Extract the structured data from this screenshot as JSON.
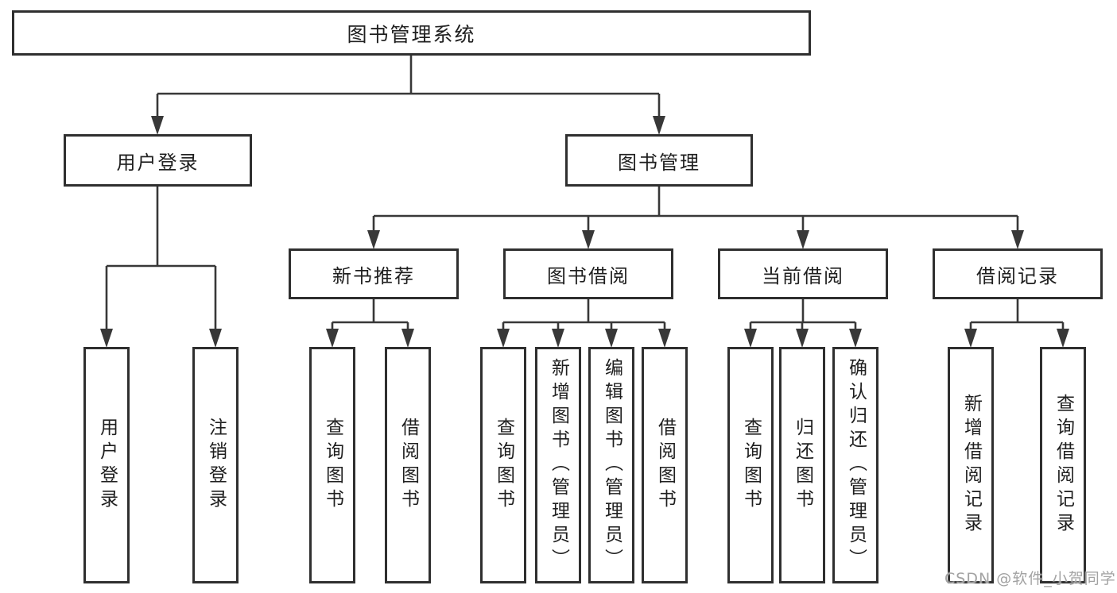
{
  "diagram_type": "tree",
  "tree": {
    "root": {
      "label": "图书管理系统"
    },
    "branches": [
      {
        "label": "用户登录",
        "children": [
          {
            "label": "用户登录"
          },
          {
            "label": "注销登录"
          }
        ]
      },
      {
        "label": "图书管理",
        "children": [
          {
            "label": "新书推荐",
            "children": [
              {
                "label": "查询图书"
              },
              {
                "label": "借阅图书"
              }
            ]
          },
          {
            "label": "图书借阅",
            "children": [
              {
                "label": "查询图书"
              },
              {
                "label": "新增图书（管理员）"
              },
              {
                "label": "编辑图书（管理员）"
              },
              {
                "label": "借阅图书"
              }
            ]
          },
          {
            "label": "当前借阅",
            "children": [
              {
                "label": "查询图书"
              },
              {
                "label": "归还图书"
              },
              {
                "label": "确认归还（管理员）"
              }
            ]
          },
          {
            "label": "借阅记录",
            "children": [
              {
                "label": "新增借阅记录"
              },
              {
                "label": "查询借阅记录"
              }
            ]
          }
        ]
      }
    ]
  },
  "watermark": {
    "text": "CSDN @软件_小贺同学"
  },
  "colors": {
    "line": "#383838",
    "box_border": "#2f2f2f",
    "text": "#1f1f1f",
    "watermark": "#a3a3a3",
    "background": "#ffffff"
  }
}
